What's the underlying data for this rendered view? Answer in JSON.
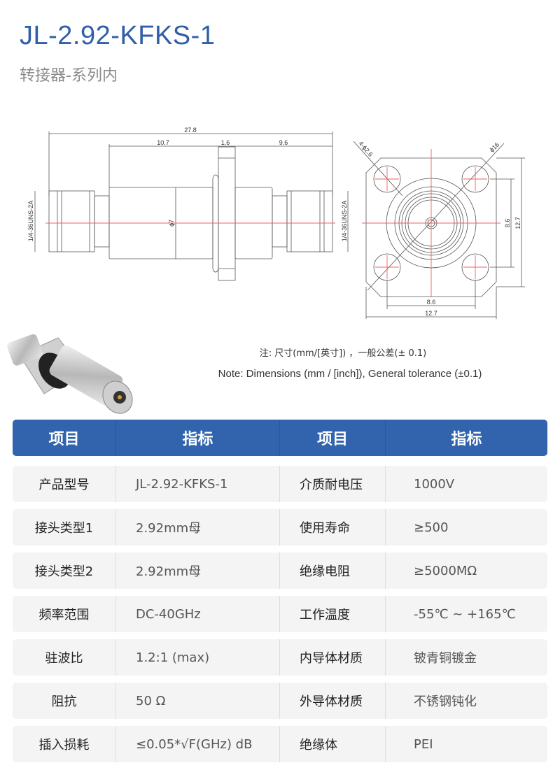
{
  "header": {
    "title": "JL-2.92-KFKS-1",
    "subtitle": "转接器-系列内"
  },
  "drawing": {
    "side": {
      "overall": "27.8",
      "left_body": "10.7",
      "flange": "1.6",
      "right_body": "9.6",
      "diameter": "ϕ7",
      "thread_left": "1/4-36UNS-2A",
      "thread_right": "1/4-36UNS-2A"
    },
    "front": {
      "holes": "4-ϕ2.6",
      "circle": "ϕ16",
      "v_spacing": "8.6",
      "v_width": "12.7",
      "h_spacing": "8.6",
      "h_width": "12.7"
    }
  },
  "notes": {
    "cn": "注: 尺寸(mm/[英寸]) ，一般公差(± 0.1)",
    "en": "Note: Dimensions (mm / [inch]), General tolerance (±0.1)"
  },
  "table": {
    "headers": [
      "项目",
      "指标",
      "项目",
      "指标"
    ],
    "rows": [
      [
        "产品型号",
        "JL-2.92-KFKS-1",
        "介质耐电压",
        "1000V"
      ],
      [
        "接头类型1",
        "2.92mm母",
        "使用寿命",
        "≥500"
      ],
      [
        "接头类型2",
        "2.92mm母",
        "绝缘电阻",
        "≥5000MΩ"
      ],
      [
        "频率范围",
        "DC-40GHz",
        "工作温度",
        "-55℃ ~ +165℃"
      ],
      [
        "驻波比",
        "1.2:1 (max)",
        "内导体材质",
        "铍青铜镀金"
      ],
      [
        "阻抗",
        "50 Ω",
        "外导体材质",
        "不锈钢钝化"
      ],
      [
        "插入损耗",
        "≤0.05*√F(GHz) dB",
        "绝缘体",
        "PEI"
      ]
    ]
  },
  "colors": {
    "brand": "#2f5fa8",
    "header_bg": "#3164ac",
    "row_bg": "#f4f4f4"
  }
}
